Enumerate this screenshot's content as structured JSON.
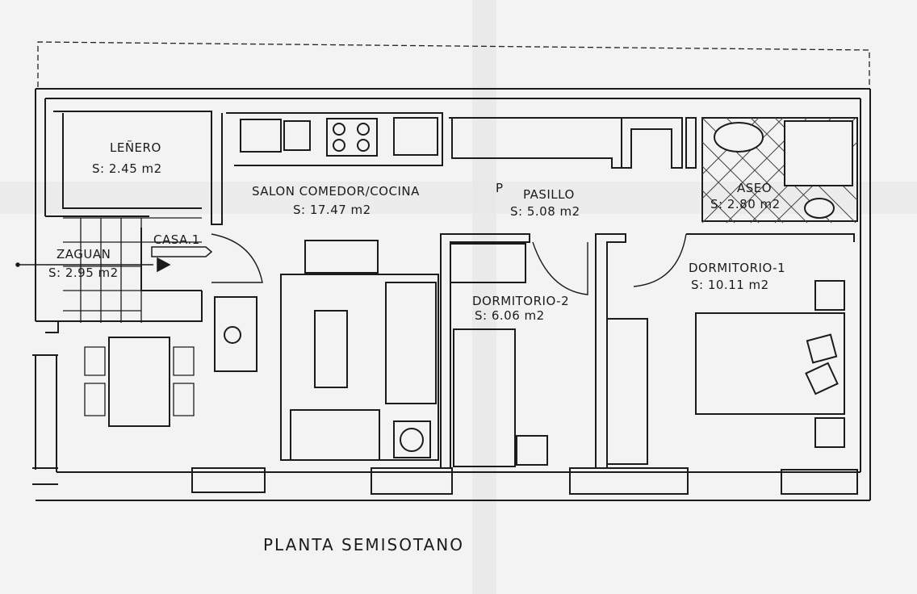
{
  "plan": {
    "title": "PLANTA SEMISOTANO",
    "rooms": [
      {
        "name": "LEÑERO",
        "area": "S: 2.45 m2"
      },
      {
        "name": "SALON COMEDOR/COCINA",
        "area": "S: 17.47 m2"
      },
      {
        "name": "PASILLO",
        "area": "S: 5.08 m2"
      },
      {
        "name": "ASEO",
        "area": "S: 2.80 m2"
      },
      {
        "name": "ZAGUAN",
        "area": "S: 2.95 m2"
      },
      {
        "name": "DORMITORIO-2",
        "area": "S: 6.06 m2"
      },
      {
        "name": "DORMITORIO-1",
        "area": "S: 10.11 m2"
      }
    ],
    "entrance_label": "CASA.1",
    "marker_letter": "P"
  },
  "colors": {
    "ink": "#1b1b1b",
    "paper": "#f3f3f3"
  }
}
